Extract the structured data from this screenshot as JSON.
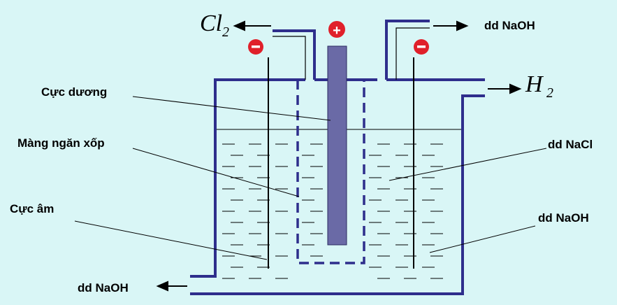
{
  "labels": {
    "cl2": "Cl",
    "cl2_sub": "2",
    "h2": "H",
    "h2_sub": "2",
    "naoh_out_top": "dd NaOH",
    "naoh_out_bottom": "dd NaOH",
    "anode": "Cực dương",
    "membrane": "Màng ngăn xốp",
    "cathode": "Cực âm",
    "nacl": "dd NaCl",
    "naoh": "dd NaOH"
  },
  "terminals": {
    "anode_sign": "+",
    "cathode_sign": "-"
  },
  "colors": {
    "background": "#d9f6f6",
    "vessel": "#2e2e8c",
    "electrode_anode": "#6a6aa6",
    "sign_red": "#e0202a"
  }
}
